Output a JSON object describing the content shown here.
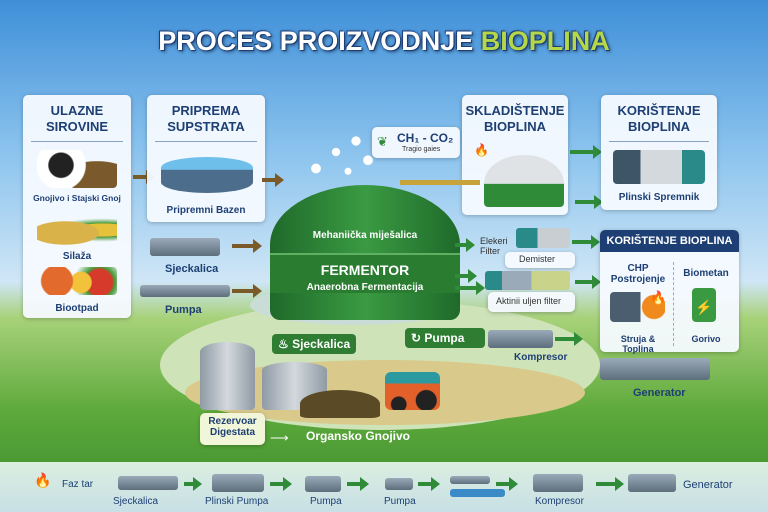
{
  "title": {
    "main": "PROCES PROIZVODNJE",
    "highlight": "BIOPLINA"
  },
  "inputs": {
    "heading_1": "ULAZNE",
    "heading_2": "SIROVINE",
    "items": [
      "Gnojivo i Stajski Gnoj",
      "Silaža",
      "Biootpad"
    ]
  },
  "prep": {
    "heading_1": "PRIPREMA",
    "heading_2": "SUPSTRATA",
    "item": "Pripremni Bazen",
    "shredder": "Sjeckalica",
    "pump": "Pumpa"
  },
  "fermentor": {
    "mixer": "Mehaniička miješalica",
    "name": "FERMENTOR",
    "process": "Anaerobna Fermentacija"
  },
  "gas": {
    "formula": "CH₁ - CO₂",
    "sub": "Tragio gaies"
  },
  "storage": {
    "heading_1": "SKLADIŠTENJE",
    "heading_2": "BIOPLINA"
  },
  "use_top": {
    "heading_1": "KORIŠTENJE",
    "heading_2": "BIOPLINA",
    "item": "Plinski Spremnik"
  },
  "filters": {
    "electric": "Elekeri Filter",
    "demister": "Demister",
    "oil": "Aktinii uljen filter"
  },
  "use_main": {
    "heading": "KORIŠTENJE BIOPLINA",
    "chp_1": "CHP",
    "chp_2": "Postrojenje",
    "chp_out": "Struja & Toplina",
    "biomethane": "Biometan",
    "fuel": "Gorivo"
  },
  "lower": {
    "shredder": "Sjeckalica",
    "pump": "Pumpa",
    "compressor": "Kompresor",
    "generator": "Generator",
    "digestate_1": "Rezervoar",
    "digestate_2": "Digestata",
    "fertilizer": "Organsko Gnojivo"
  },
  "strip": {
    "flare": "Faz tar",
    "items": [
      "Sjeckalica",
      "Plinski Pumpa",
      "Pumpa",
      "Pumpa",
      "Kompresor",
      "Generator"
    ]
  },
  "colors": {
    "navy": "#1e3f73",
    "green": "#2f7d32",
    "accent": "#b5d84a"
  }
}
